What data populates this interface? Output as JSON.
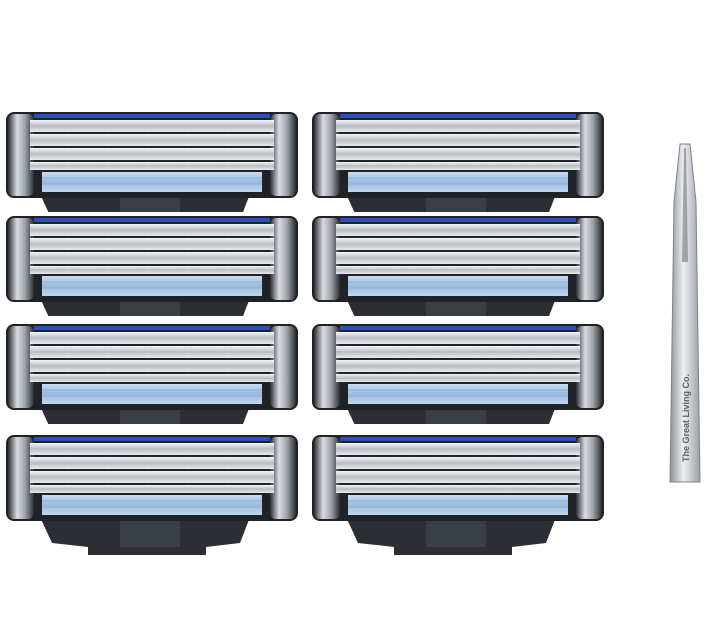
{
  "product": {
    "item": "razor-blade-cartridge",
    "cartridge_count": 8,
    "grid": {
      "rows": 4,
      "columns": 2
    },
    "accessory": "tweezers",
    "accessory_engraving": "The Great Living Co."
  },
  "colors": {
    "background": "#ffffff",
    "frame_dark": "#1f2226",
    "blade_silver": "#c9cdd2",
    "blade_highlight": "#f1f3f5",
    "accent_blue": "#2d4fb8",
    "lubricating_strip": "#a9c7e8",
    "tweezers_steel": "#b7bcc2"
  }
}
